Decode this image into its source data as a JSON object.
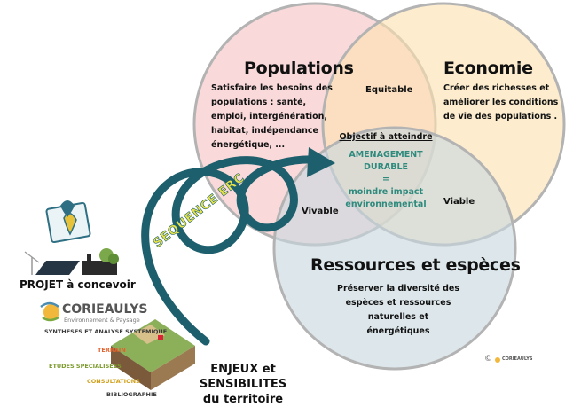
{
  "populations": {
    "title": "Populations",
    "description": "Satisfaire les besoins des populations :  santé, emploi, intergénération, habitat, indépendance énergétique, ..."
  },
  "economie": {
    "title": "Economie",
    "description": "Créer des richesses et améliorer les conditions de vie des populations ."
  },
  "ressources": {
    "title": "Ressources et espèces",
    "description": "Préserver la diversité des espèces et ressources naturelles et énergétiques"
  },
  "zones": {
    "equitable": "Equitable",
    "vivable": "Vivable",
    "viable": "Viable"
  },
  "center": {
    "heading": "Objectif à atteindre",
    "line1": "AMENAGEMENT DURABLE",
    "line2": "=",
    "line3": "moindre impact",
    "line4": "environnemental"
  },
  "sequence_label": "SEQUENCE ERC",
  "projet": {
    "label": "PROJET à concevoir"
  },
  "logo": {
    "name": "CORIEAULYS",
    "tagline": "Environnement & Paysage"
  },
  "methods": {
    "synthese": "SYNTHESES ET ANALYSE SYSTEMIQUE",
    "terrain": "TERRAIN",
    "etudes": "ETUDES SPECIALISEES",
    "consultations": "CONSULTATIONS",
    "biblio": "BIBLIOGRAPHIE"
  },
  "enjeux": {
    "line1": "ENJEUX et SENSIBILITES",
    "line2": "du territoire"
  },
  "copyright": {
    "symbol": "©",
    "brand": "CORIEAULYS"
  },
  "colors": {
    "populations": "#f7c9c9",
    "economie": "#fbe2b0",
    "ressources": "#c8d9de",
    "circle_stroke": "#b3b3b3",
    "spiral": "#1d5f6c",
    "sequence_text": "#e6e24a",
    "center_text": "#2f8a7e",
    "terrain": "#e0622d",
    "etudes": "#7c9a2c",
    "consultations": "#d1a21e"
  }
}
